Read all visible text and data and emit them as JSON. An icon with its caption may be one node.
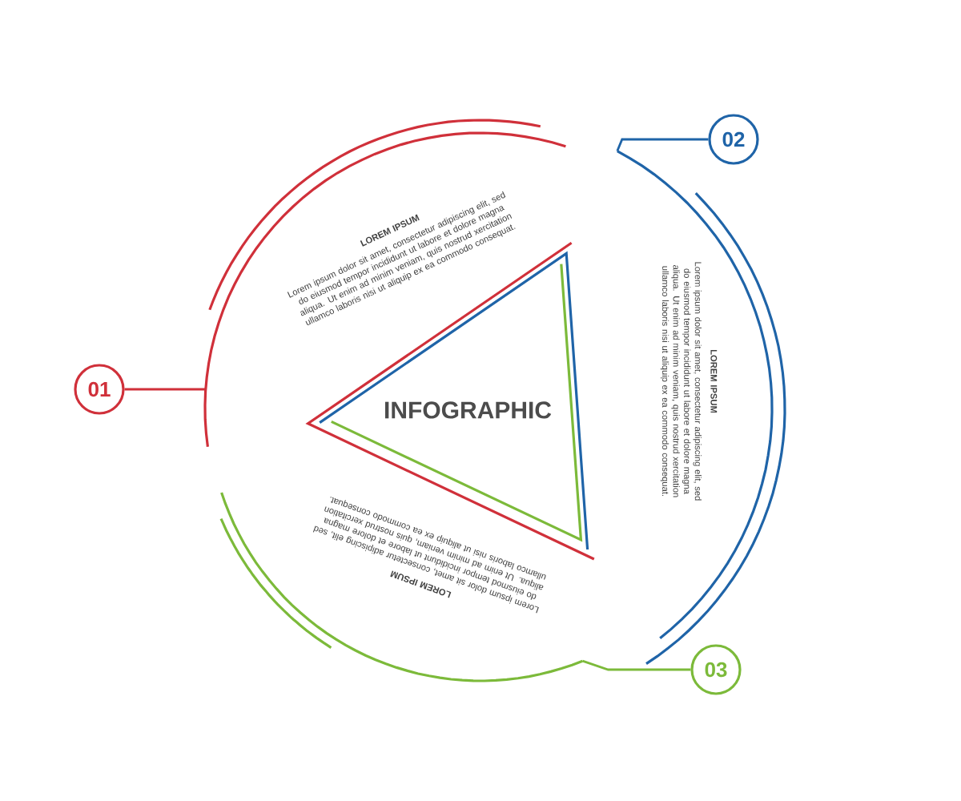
{
  "diagram": {
    "nodes": [
      {
        "text": [
          "LOREM IPSUM",
          "Lorem ipsum dolor sit amet, consectetur adipiscing elit, sed do eiusmod tempor incididunt ut labore et dolore magna aliqua. Ut enim ad minim veniam, quis nostrud xercitation ullamco laboris nisi ut aliquip ex ea commodo consequat."
        ]
      },
      {
        "text": [
          "LOREM IPSUM",
          "Lorem ipsum dolor sit amet, consectetur adipiscing elit, sed do eiusmod tempor incididunt ut labore et dolore magna aliqua. Ut enim ad minim veniam, quis nostrud xercitation ullamco laboris nisi ut aliquip ex ea commodo consequat."
        ]
      },
      {
        "text": [
          "LOREM IPSUM",
          "Lorem ipsum dolor sit amet, consectetur adipiscing elit, sed do eiusmod tempor incididunt ut labore et dolore magna aliqua. Ut enim ad minim veniam, quis nostrud xercitation ullamco laboris nisi ut aliquip ex ea commodo consequat."
        ]
      },
      {
        "text": [
          "01"
        ]
      },
      {
        "text": [
          "02"
        ]
      },
      {
        "text": [
          "03"
        ]
      }
    ],
    "edges": [
      {
        "from": 3,
        "to": 0,
        "arrow": "none",
        "color": "#d0303a"
      },
      {
        "from": 4,
        "to": 1,
        "arrow": "none",
        "color": "#1f64a8"
      },
      {
        "from": 5,
        "to": 2,
        "arrow": "none",
        "color": "#7cba3a"
      }
    ],
    "labels": [
      "INFOGRAPHIC"
    ]
  }
}
